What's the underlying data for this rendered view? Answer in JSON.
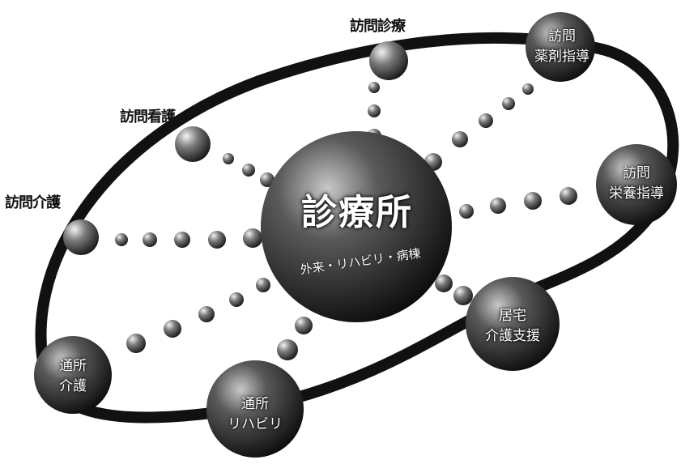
{
  "hub": {
    "title": "診療所",
    "subtitle": "外来・リハビリ・病棟"
  },
  "services": [
    {
      "id": "home-visit-care",
      "label": "訪問介護"
    },
    {
      "id": "home-visit-nursing",
      "label": "訪問看護"
    },
    {
      "id": "home-visit-medical",
      "label": "訪問診療"
    },
    {
      "id": "home-visit-pharmacy",
      "label": "訪問\n薬剤指導"
    },
    {
      "id": "home-visit-nutrition",
      "label": "訪問\n栄養指導"
    },
    {
      "id": "home-care-support",
      "label": "居宅\n介護支援"
    },
    {
      "id": "day-rehab",
      "label": "通所\nリハビリ"
    },
    {
      "id": "day-care",
      "label": "通所\n介護"
    }
  ],
  "colors": {
    "orbit": "#111111",
    "sphere_light": "#d9d9d9",
    "sphere_mid": "#6f6f6f",
    "sphere_dark": "#151515"
  }
}
